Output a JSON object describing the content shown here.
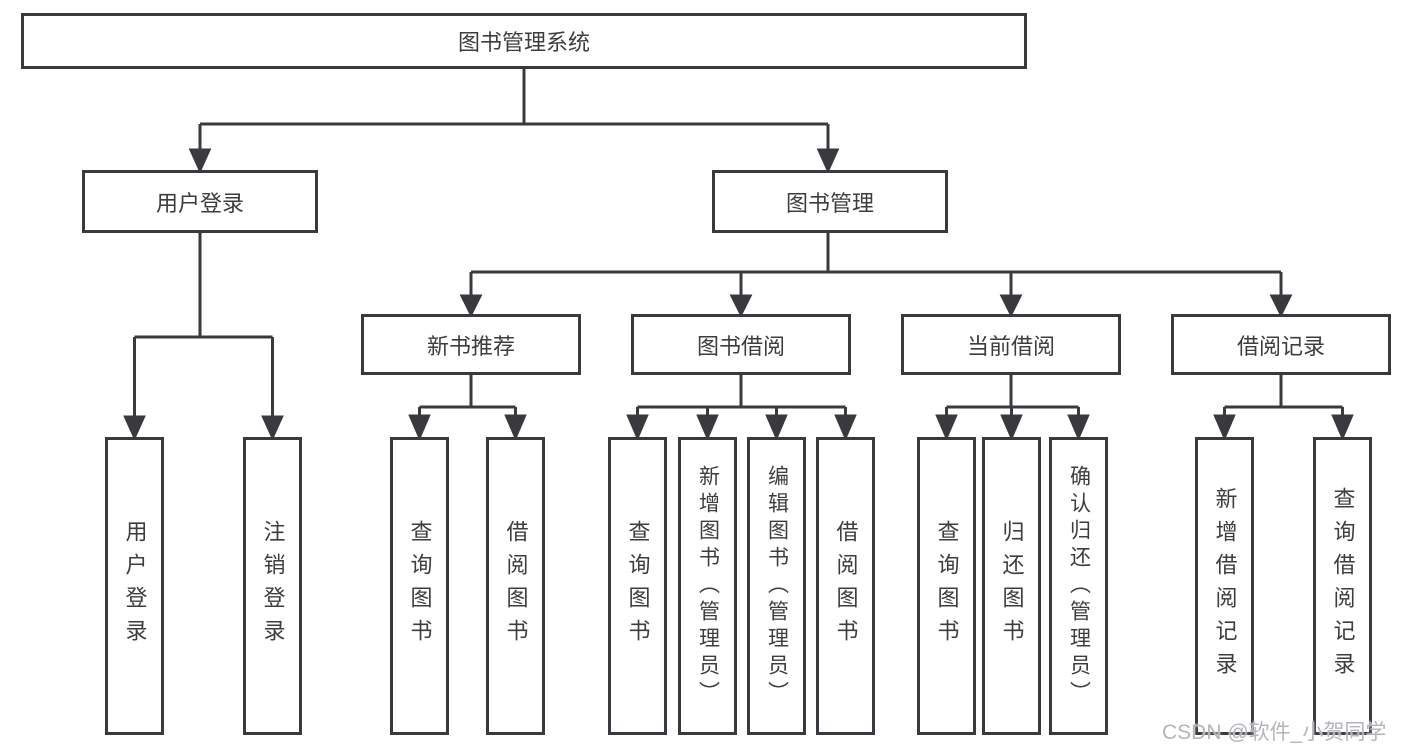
{
  "page": {
    "background_color": "#ffffff",
    "line_color": "#3a3a3e",
    "text_color": "#3d3d40",
    "watermark_color": "#b3b6b9"
  },
  "tree": {
    "root": "图书管理系统",
    "children": [
      {
        "label": "用户登录",
        "children": [
          "用户登录",
          "注销登录"
        ]
      },
      {
        "label": "图书管理",
        "children": [
          {
            "label": "新书推荐",
            "children": [
              "查询图书",
              "借阅图书"
            ]
          },
          {
            "label": "图书借阅",
            "children": [
              "查询图书",
              "新增图书（管理员）",
              "编辑图书（管理员）",
              "借阅图书"
            ]
          },
          {
            "label": "当前借阅",
            "children": [
              "查询图书",
              "归还图书",
              "确认归还（管理员）"
            ]
          },
          {
            "label": "借阅记录",
            "children": [
              "新增借阅记录",
              "查询借阅记录"
            ]
          }
        ]
      }
    ]
  },
  "watermark": "CSDN @软件_小贺同学"
}
